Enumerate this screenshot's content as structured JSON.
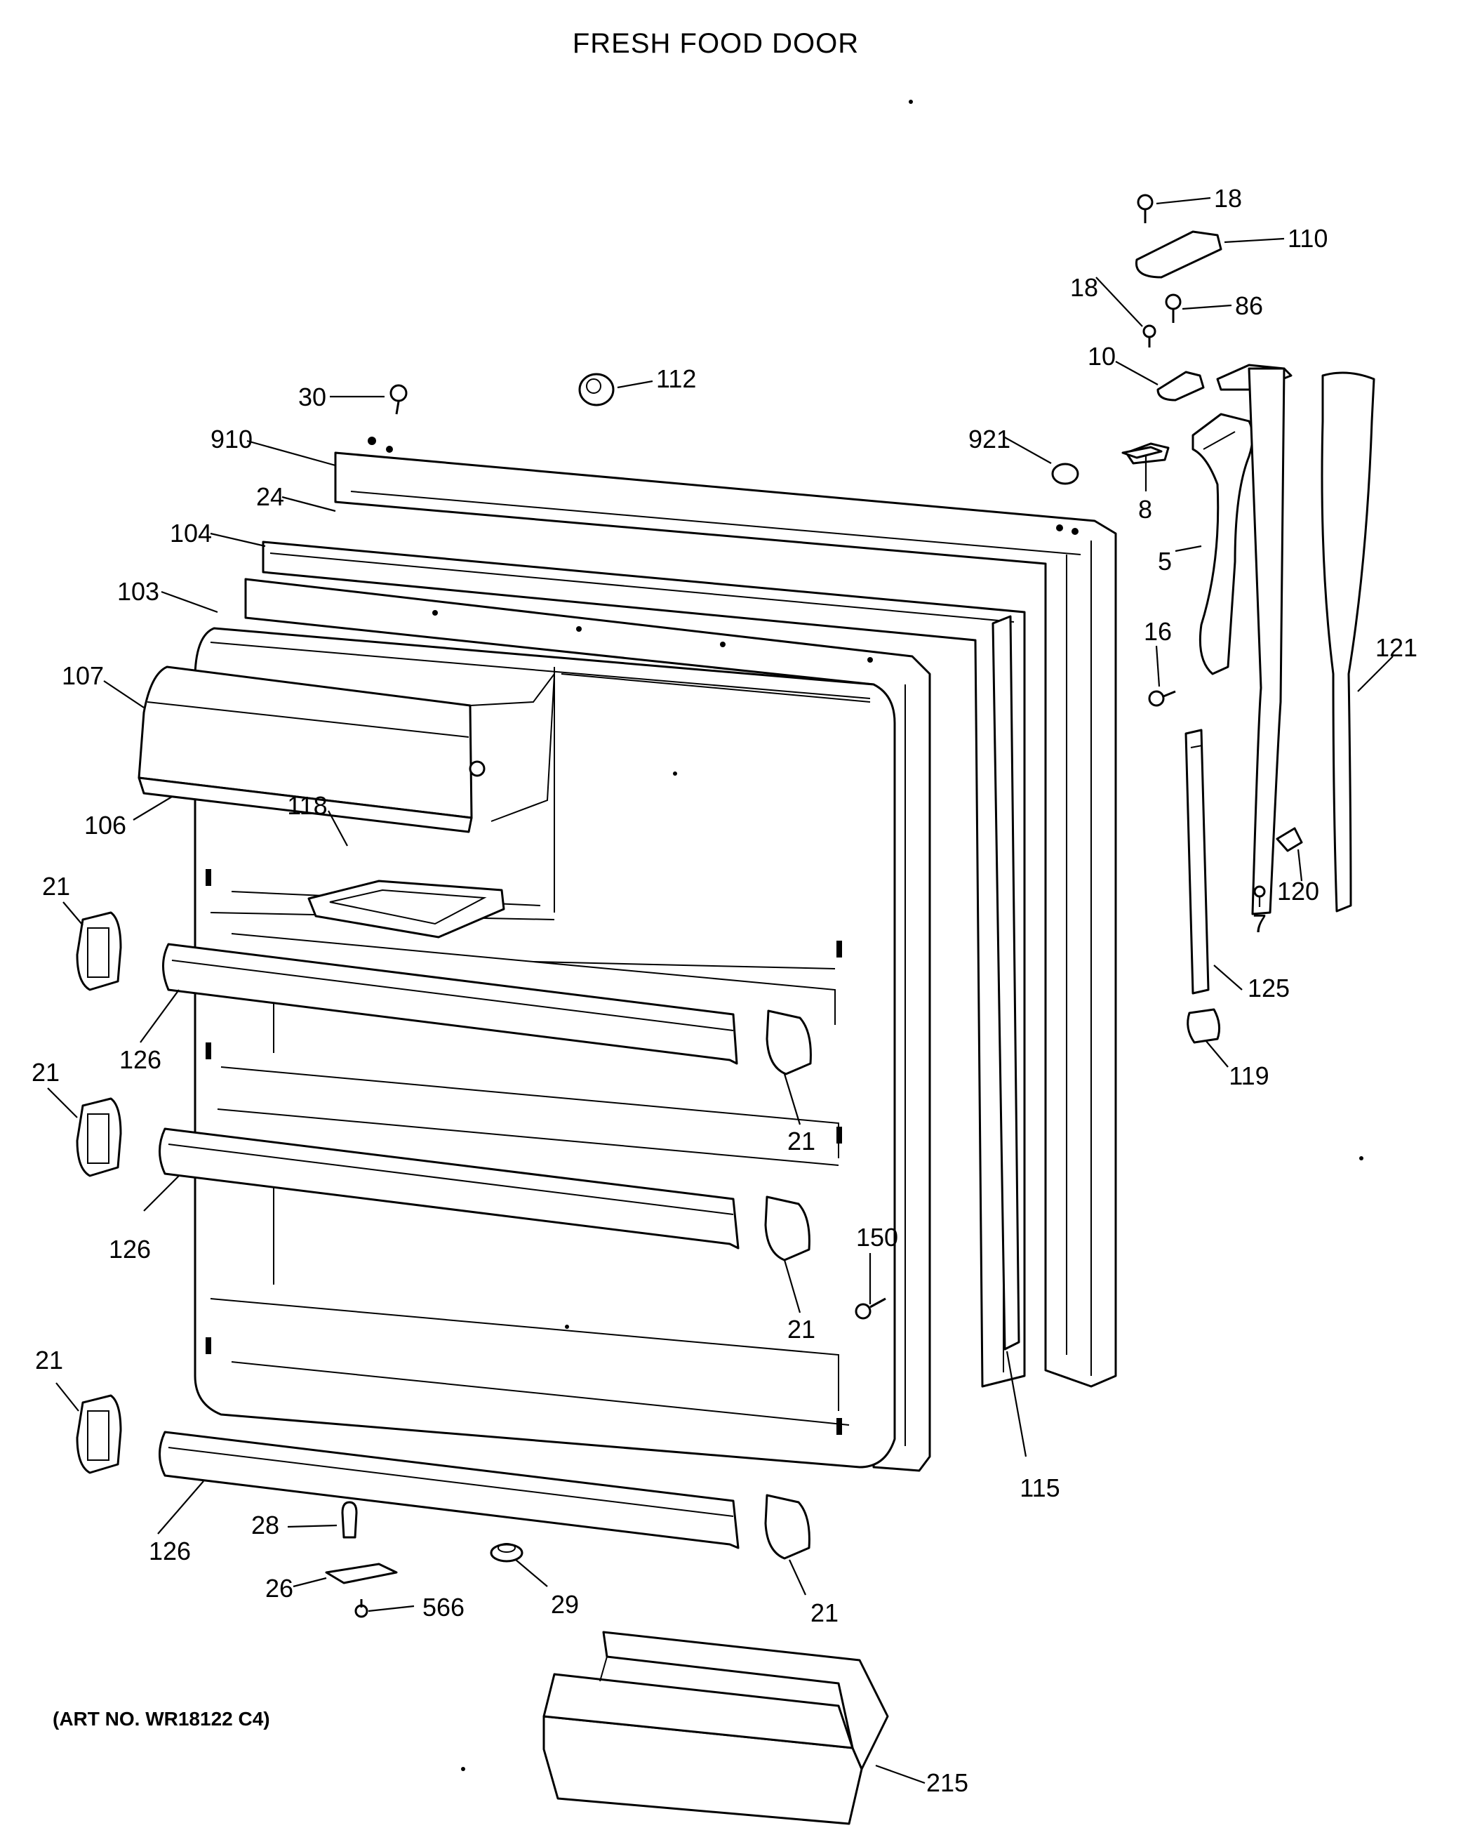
{
  "title": "FRESH FOOD DOOR",
  "art_number": "(ART NO. WR18122 C4)",
  "callouts": {
    "c18a": "18",
    "c110": "110",
    "c18b": "18",
    "c86": "86",
    "c10": "10",
    "c30": "30",
    "c112": "112",
    "c910": "910",
    "c921": "921",
    "c8": "8",
    "c24": "24",
    "c104": "104",
    "c5": "5",
    "c103": "103",
    "c16": "16",
    "c121": "121",
    "c107": "107",
    "c118": "118",
    "c106": "106",
    "c120": "120",
    "c7": "7",
    "c21a": "21",
    "c125": "125",
    "c126a": "126",
    "c119": "119",
    "c21b": "21",
    "c21c": "21",
    "c126b": "126",
    "c150": "150",
    "c21d": "21",
    "c21e": "21",
    "c115": "115",
    "c126c": "126",
    "c28": "28",
    "c26": "26",
    "c566": "566",
    "c29": "29",
    "c21f": "21",
    "c215": "215"
  }
}
